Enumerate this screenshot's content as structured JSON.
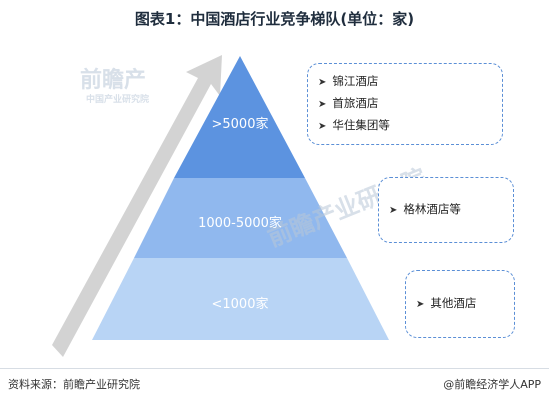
{
  "title": "图表1：中国酒店行业竞争梯队(单位：家)",
  "tiers": [
    {
      "label": ">5000家",
      "color": "#5c93e0"
    },
    {
      "label": "1000-5000家",
      "color": "#90b8ee"
    },
    {
      "label": "<1000家",
      "color": "#b8d4f5"
    }
  ],
  "boxes": [
    {
      "items": [
        "锦江酒店",
        "首旅酒店",
        "华住集团等"
      ]
    },
    {
      "items": [
        "格林酒店等"
      ]
    },
    {
      "items": [
        "其他酒店"
      ]
    }
  ],
  "bullet_icon": "chevron-right-icon",
  "watermark": {
    "logo_text": "前瞻产",
    "sub_text": "中国产业研究院",
    "mid_text": "前瞻产业研究院"
  },
  "footer": {
    "source": "资料来源：前瞻产业研究院",
    "credit": "@前瞻经济学人APP"
  },
  "colors": {
    "accent": "#5b8fd6",
    "arrow": "#d3d3d3"
  }
}
